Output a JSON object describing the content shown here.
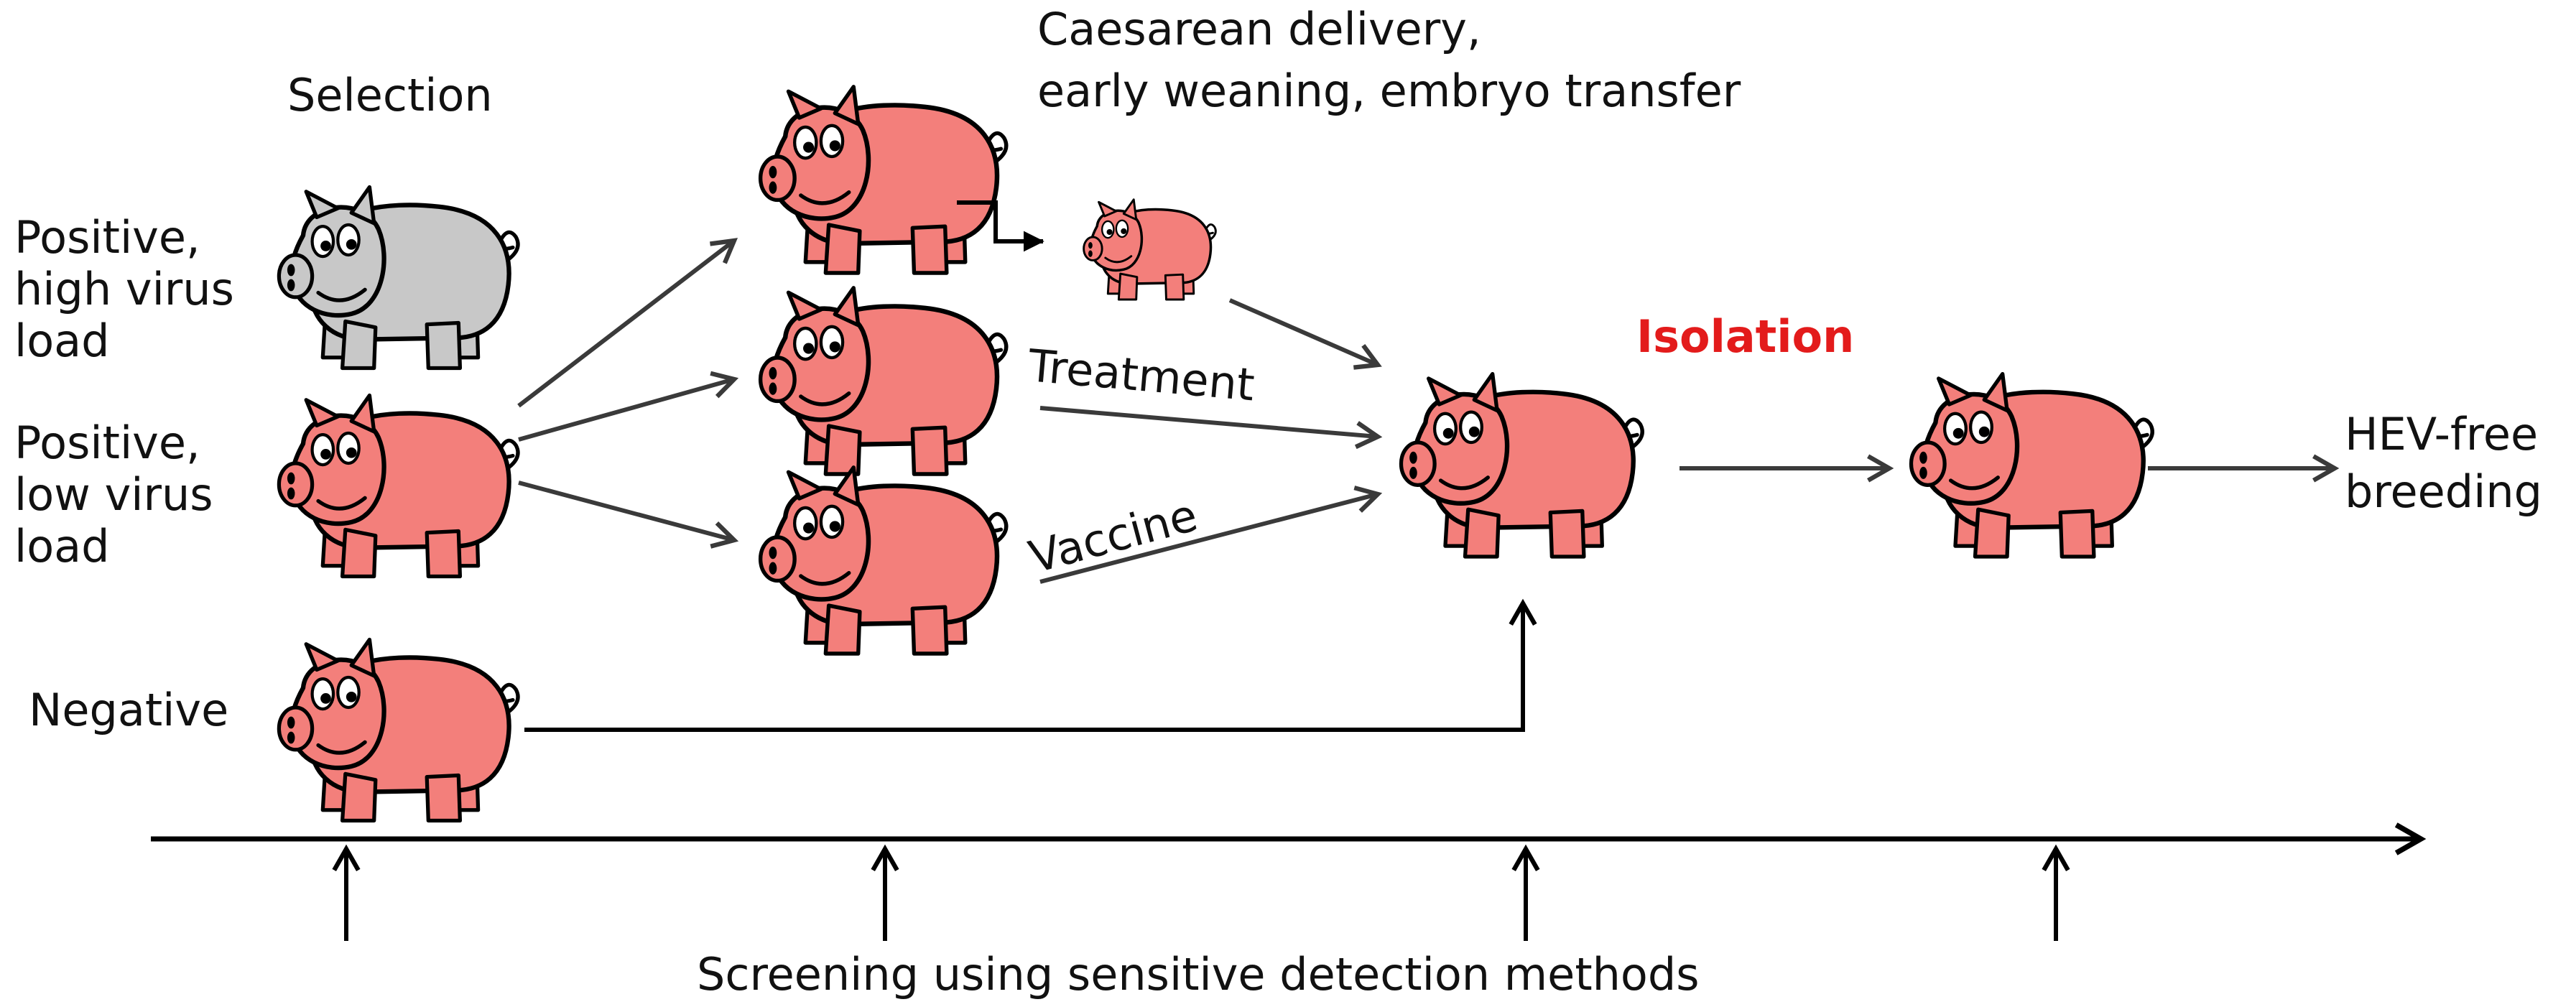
{
  "labels": {
    "selection": "Selection",
    "positive_high": [
      "Positive,",
      "high virus",
      "load"
    ],
    "positive_low": [
      "Positive,",
      "low virus",
      "load"
    ],
    "negative": "Negative",
    "caesarean": [
      "Caesarean delivery,",
      "early weaning, embryo transfer"
    ],
    "treatment": "Treatment",
    "vaccine": "Vaccine",
    "isolation": "Isolation",
    "hev_free": [
      "HEV-free",
      "breeding"
    ],
    "screening": "Screening using sensitive detection methods"
  },
  "colors": {
    "pig_positive_high": "#c8c8c8",
    "pig_default": "#f37f7b",
    "isolation_text": "#e31b1b",
    "arrow": "#3a3a3a",
    "timeline": "#000000"
  },
  "icons": {
    "pig": "pig-icon"
  }
}
